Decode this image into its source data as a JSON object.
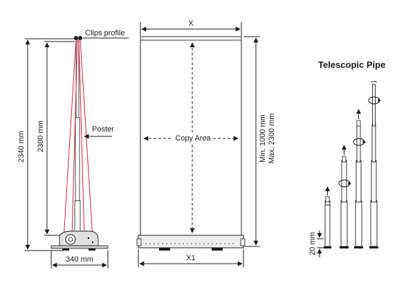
{
  "side_view": {
    "clips_label": "Clips profile",
    "poster_label": "Poster",
    "total_height": "2340 mm",
    "inner_height": "2300 mm",
    "base_width": "340 mm"
  },
  "front_view": {
    "top_width": "X",
    "bottom_width": "X1",
    "copy_area": "Copy Area",
    "height_min": "Min. 1000 mm",
    "height_max": "Max. 2300 mm"
  },
  "pipe_view": {
    "title": "Telescopic Pipe",
    "step": "20 mm"
  },
  "colors": {
    "line": "#1a1a1a",
    "poster": "#d2202f",
    "base_fill": "#e0e0e0"
  }
}
